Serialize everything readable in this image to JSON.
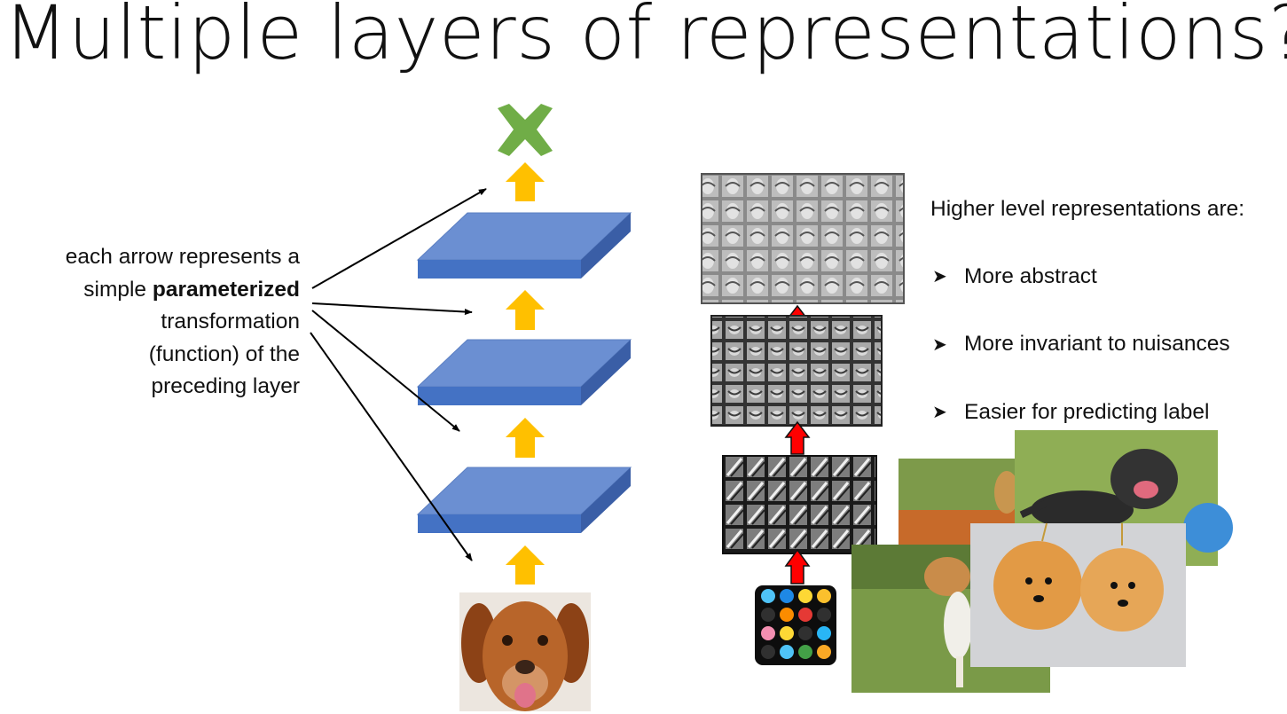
{
  "title": "Multiple layers of representations?",
  "caption": {
    "line1": "each arrow represents a",
    "line2_pre": "simple ",
    "line2_bold": "parameterized",
    "line3": "transformation",
    "line4": "(function) of the",
    "line5": "preceding layer"
  },
  "side": {
    "heading": "Higher level representations are:",
    "bullets": [
      "More abstract",
      "More invariant to nuisances",
      "Easier for predicting label"
    ]
  },
  "colors": {
    "layer_top": "#6b8fd2",
    "layer_front": "#4472c4",
    "layer_side": "#3a5ea6",
    "up_arrow": "#ffc000",
    "red_arrow": "#ff0000",
    "output_cross": "#70ad47"
  },
  "icons": {
    "output": "green-x-icon",
    "flow": "yellow-up-arrow-icon",
    "feature_flow": "red-up-arrow-icon"
  }
}
